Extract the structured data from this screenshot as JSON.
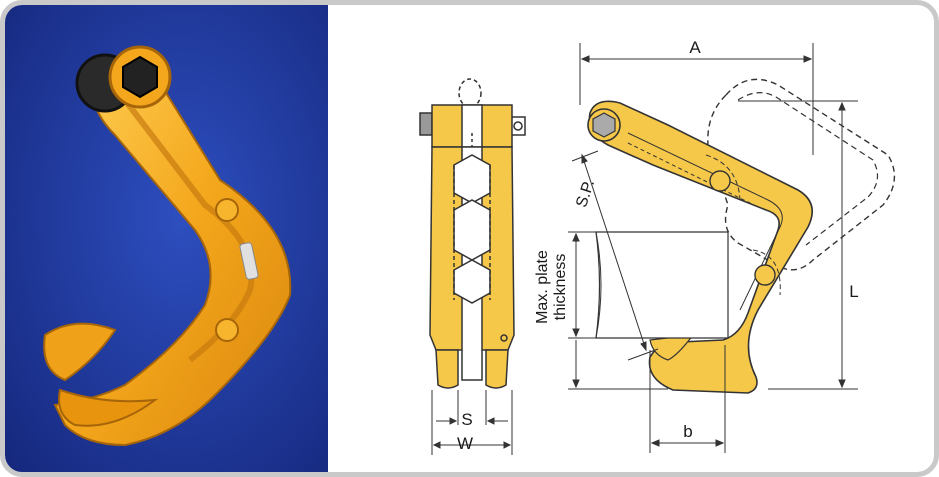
{
  "photo": {
    "description_icon": "plate-clamp-photo",
    "background_color": "#1f3a9a",
    "clamp_color": "#f2a61d"
  },
  "diagram": {
    "labels": {
      "A": "A",
      "L": "L",
      "b": "b",
      "S": "S",
      "W": "W",
      "SP": "S.P.",
      "max_plate_line1": "Max. plate",
      "max_plate_line2": "thickness"
    },
    "colors": {
      "body_fill": "#f6c84a",
      "outline": "#333333",
      "dim_line": "#333333"
    }
  }
}
